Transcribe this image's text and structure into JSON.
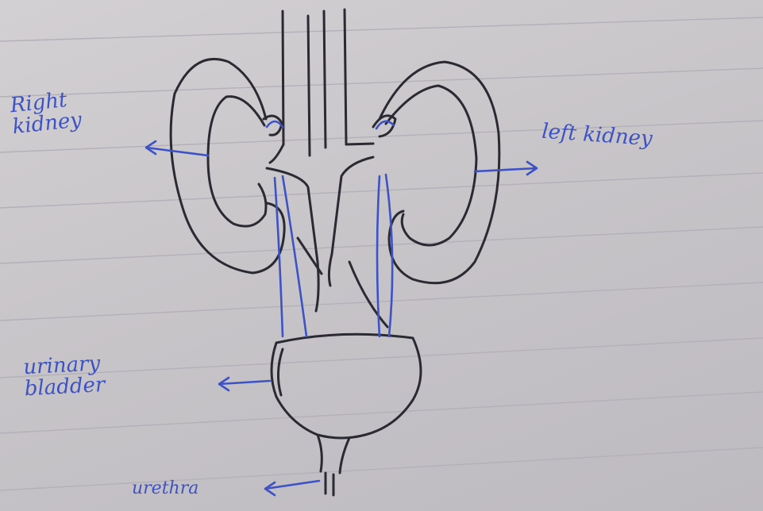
{
  "labels": {
    "right_kidney": "Right\nkidney",
    "left_kidney": "left kidney",
    "urinary_bladder": "urinary\nbladder",
    "urethra": "urethra"
  },
  "colors": {
    "paper": "#c9c6c9",
    "rule_line": "#b3b0b8",
    "ink_outline": "#2a2a33",
    "ink_blue": "#3d52c4"
  }
}
